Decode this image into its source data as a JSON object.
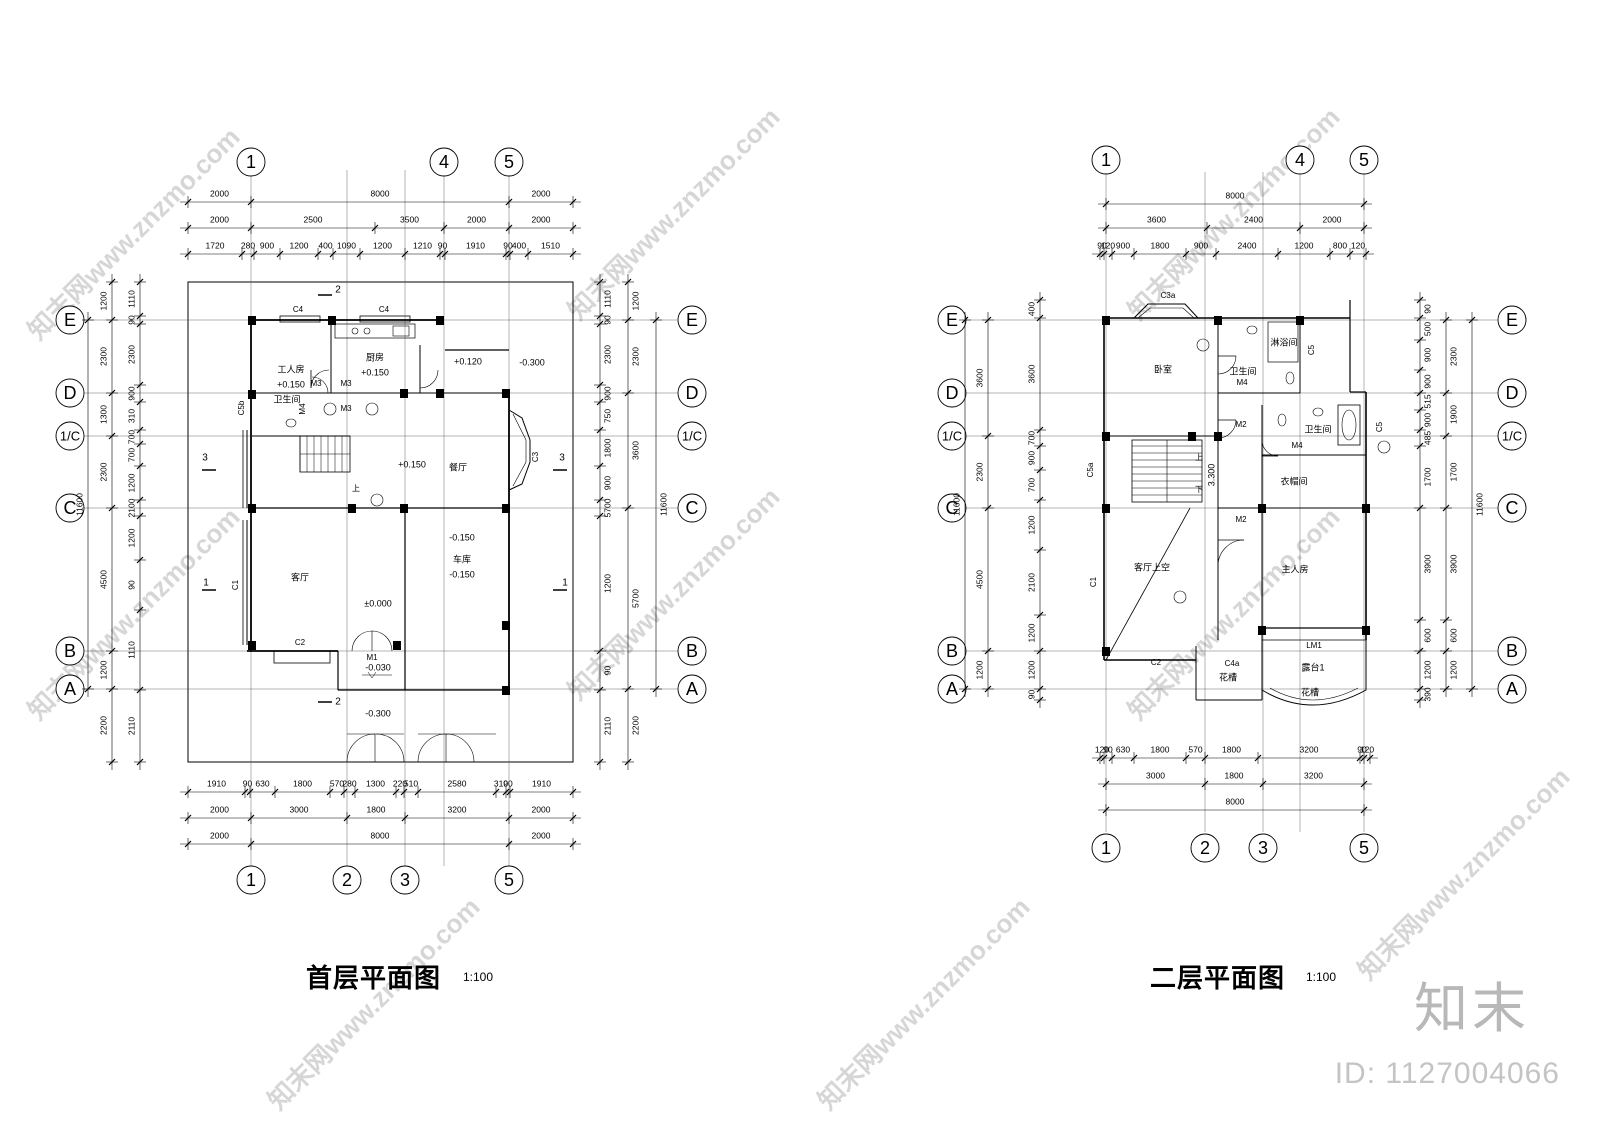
{
  "plans": [
    {
      "title": "首层平面图",
      "scale": "1:100",
      "axes_top": [
        "1",
        "4",
        "5"
      ],
      "axes_bottom": [
        "1",
        "2",
        "3",
        "5"
      ],
      "axes_left": [
        "E",
        "D",
        "1/C",
        "C",
        "B",
        "A"
      ],
      "dims_top_row1": [
        "2000",
        "8000",
        "2000"
      ],
      "dims_top_row2": [
        "2000",
        "2500",
        "3500",
        "2000",
        "2000"
      ],
      "dims_top_row3": [
        "1720",
        "280",
        "900",
        "1200",
        "400",
        "1090",
        "1200",
        "1210",
        "90",
        "1910",
        "90",
        "400",
        "1510"
      ],
      "dims_bottom_row1": [
        "1910",
        "90",
        "630",
        "1800",
        "570",
        "280",
        "1300",
        "220",
        "510",
        "2580",
        "310",
        "90",
        "1910"
      ],
      "dims_bottom_row2": [
        "2000",
        "3000",
        "1800",
        "3200",
        "2000"
      ],
      "dims_bottom_row3": [
        "2000",
        "8000",
        "2000"
      ],
      "dims_left_outer": [
        "1200",
        "2300",
        "1300",
        "2300",
        "11600",
        "4500",
        "1200",
        "2200"
      ],
      "dims_left_inner": [
        "1110",
        "90",
        "2300",
        "900",
        "310",
        "700",
        "700",
        "1200",
        "2100",
        "1200",
        "90",
        "1110",
        "2110"
      ],
      "dims_right": [
        "1200",
        "2300",
        "3600",
        "11600",
        "5700",
        "2200"
      ],
      "rooms": [
        {
          "name": "工人房",
          "level": "+0.150"
        },
        {
          "name": "厨房",
          "level": "+0.150"
        },
        {
          "name": "卫生间",
          "level": ""
        },
        {
          "name": "餐厅",
          "level": ""
        },
        {
          "name": "客厅",
          "level": ""
        },
        {
          "name": "车库",
          "level": "-0.150"
        }
      ],
      "levels": [
        "+0.120",
        "-0.300",
        "-0.150",
        "±0.000",
        "-0.030",
        "-0.300"
      ],
      "tags": [
        "C4",
        "C4",
        "M3",
        "M3",
        "M4",
        "M3",
        "C5b",
        "C3",
        "C1",
        "C2",
        "M1",
        "上"
      ],
      "section_marks": [
        "2",
        "2",
        "3",
        "3",
        "1",
        "1"
      ]
    },
    {
      "title": "二层平面图",
      "scale": "1:100",
      "axes_top": [
        "1",
        "4",
        "5"
      ],
      "axes_bottom": [
        "1",
        "2",
        "3",
        "5"
      ],
      "axes_left": [
        "E",
        "D",
        "1/C",
        "C",
        "B",
        "A"
      ],
      "dims_top_row1": [
        "8000"
      ],
      "dims_top_row2": [
        "3600",
        "2400",
        "2000"
      ],
      "dims_top_row3": [
        "90",
        "120",
        "900",
        "1800",
        "900",
        "2400",
        "1200",
        "800",
        "120"
      ],
      "dims_bottom_row1": [
        "120",
        "90",
        "630",
        "1800",
        "570",
        "1800",
        "3200",
        "90",
        "120"
      ],
      "dims_bottom_row2": [
        "3000",
        "1800",
        "3200"
      ],
      "dims_bottom_row3": [
        "8000"
      ],
      "dims_left_outer": [
        "3600",
        "2300",
        "11600",
        "4500",
        "1200"
      ],
      "dims_left_inner": [
        "400",
        "3600",
        "700",
        "900",
        "700",
        "1200",
        "2100",
        "1200",
        "1200",
        "90"
      ],
      "dims_right": [
        "90",
        "500",
        "900",
        "900",
        "515",
        "485",
        "1700",
        "3900",
        "600",
        "1200",
        "390",
        "2300",
        "1900",
        "1700",
        "3900",
        "600",
        "1200",
        "11600"
      ],
      "rooms": [
        {
          "name": "卧室",
          "level": ""
        },
        {
          "name": "淋浴间",
          "level": ""
        },
        {
          "name": "卫生间",
          "level": ""
        },
        {
          "name": "卫生间",
          "level": ""
        },
        {
          "name": "衣帽间",
          "level": ""
        },
        {
          "name": "客厅上空",
          "level": ""
        },
        {
          "name": "主人房",
          "level": ""
        },
        {
          "name": "露台1",
          "level": ""
        },
        {
          "name": "花槽",
          "level": ""
        },
        {
          "name": "花槽",
          "level": ""
        }
      ],
      "levels": [
        "3.300"
      ],
      "tags": [
        "C3a",
        "C5",
        "M4",
        "M2",
        "M4",
        "M2",
        "C5a",
        "C1",
        "C2",
        "C4a",
        "LM1",
        "C5",
        "上",
        "下"
      ]
    }
  ],
  "watermark": {
    "brand": "知末",
    "id": "ID: 1127004066",
    "url_text": "知末网www.znzmo.com"
  }
}
